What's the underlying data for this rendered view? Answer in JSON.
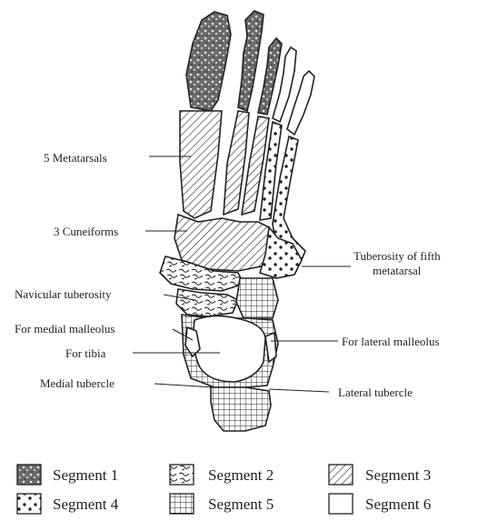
{
  "labels": {
    "metatarsals": "5 Metatarsals",
    "cuneiforms": "3 Cuneiforms",
    "tuberosity_fifth_line1": "Tuberosity of fifth",
    "tuberosity_fifth_line2": "metatarsal",
    "navicular_tuberosity": "Navicular tuberosity",
    "medial_malleolus": "For medial malleolus",
    "tibia": "For tibia",
    "lateral_malleolus": "For lateral malleolus",
    "medial_tubercle": "Medial tubercle",
    "lateral_tubercle": "Lateral tubercle"
  },
  "legend": [
    {
      "label": "Segment 1",
      "pattern": "dark-speckled"
    },
    {
      "label": "Segment 2",
      "pattern": "cracked"
    },
    {
      "label": "Segment 3",
      "pattern": "diagonal-hatch"
    },
    {
      "label": "Segment 4",
      "pattern": "dots"
    },
    {
      "label": "Segment 5",
      "pattern": "grid"
    },
    {
      "label": "Segment 6",
      "pattern": "blank"
    }
  ],
  "colors": {
    "ink": "#222222",
    "paper": "#ffffff",
    "speckle": "#555555"
  }
}
